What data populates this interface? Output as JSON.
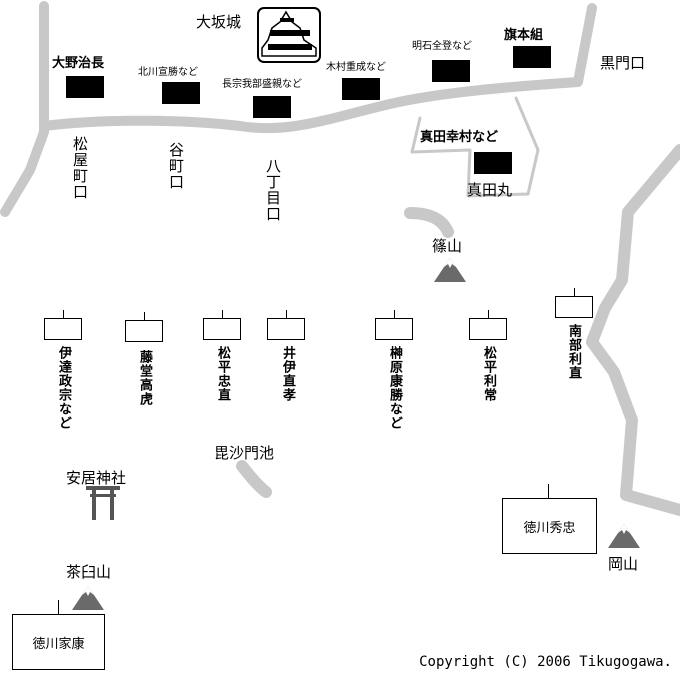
{
  "castle": {
    "label": "大坂城",
    "icon": "castle-icon"
  },
  "toyotomi_side": [
    {
      "id": "ono",
      "label": "大野治長"
    },
    {
      "id": "kitagawa",
      "label": "北川宣勝など"
    },
    {
      "id": "chosokabe",
      "label": "長宗我部盛親など"
    },
    {
      "id": "kimura",
      "label": "木村重成など"
    },
    {
      "id": "akashi",
      "label": "明石全登など"
    },
    {
      "id": "hatamoto",
      "label": "旗本組"
    },
    {
      "id": "sanada",
      "label": "真田幸村など"
    }
  ],
  "places": {
    "kuromon": "黒門口",
    "matsuyamachi": "松屋町口",
    "tanimachi": "谷町口",
    "hatchome": "八丁目口",
    "sanadamaru": "真田丸",
    "shinoyama": "篠山",
    "bishamon": "毘沙門池",
    "yasui": "安居神社",
    "chausu": "茶臼山",
    "okayama": "岡山"
  },
  "tokugawa_side": [
    {
      "id": "date",
      "label": "伊達政宗など"
    },
    {
      "id": "todo",
      "label": "藤堂高虎"
    },
    {
      "id": "matsudaira_tadanao",
      "label": "松平忠直"
    },
    {
      "id": "ii",
      "label": "井伊直孝"
    },
    {
      "id": "sakakibara",
      "label": "榊原康勝など"
    },
    {
      "id": "matsudaira_toshitsune",
      "label": "松平利常"
    },
    {
      "id": "nanbu",
      "label": "南部利直"
    }
  ],
  "commanders": {
    "hidetada": "徳川秀忠",
    "ieyasu": "徳川家康"
  },
  "icons": {
    "shrine": "torii-icon",
    "mountain": "mountain-icon"
  },
  "colors": {
    "road": "#c8c8c8",
    "unit": "#000000",
    "mountain_fill": "#6a6a6a"
  },
  "copyright": "Copyright (C) 2006 Tikugogawa."
}
